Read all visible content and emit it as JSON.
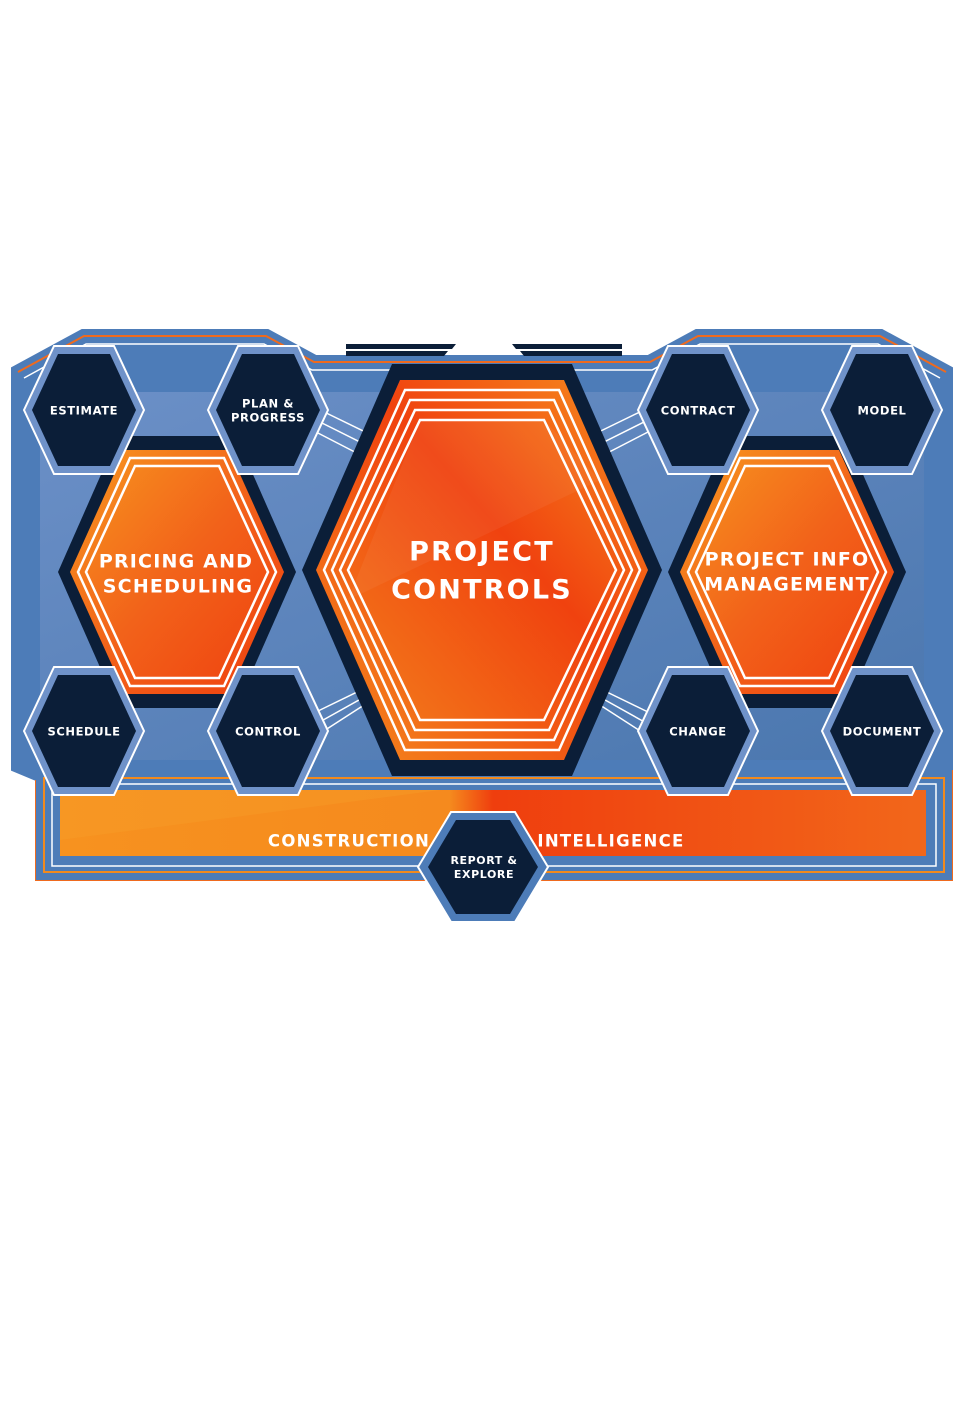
{
  "colors": {
    "navy": "#0b1e38",
    "steel_blue": "#4d7cb8",
    "light_blue": "#6f92c9",
    "orange": "#f28a1e",
    "orange_red": "#ef3e0e",
    "white": "#ffffff"
  },
  "center": {
    "line1": "PROJECT",
    "line2": "CONTROLS"
  },
  "left": {
    "line1": "PRICING AND",
    "line2": "SCHEDULING"
  },
  "right": {
    "line1": "PROJECT INFO",
    "line2": "MANAGEMENT"
  },
  "modules": {
    "estimate": "ESTIMATE",
    "plan_line1": "PLAN &",
    "plan_line2": "PROGRESS",
    "contract": "CONTRACT",
    "model": "MODEL",
    "schedule": "SCHEDULE",
    "control": "CONTROL",
    "change": "CHANGE",
    "document": "DOCUMENT"
  },
  "band": {
    "left_word": "CONSTRUCTION",
    "right_word": "INTELLIGENCE"
  },
  "report": {
    "line1": "REPORT &",
    "line2": "EXPLORE"
  }
}
